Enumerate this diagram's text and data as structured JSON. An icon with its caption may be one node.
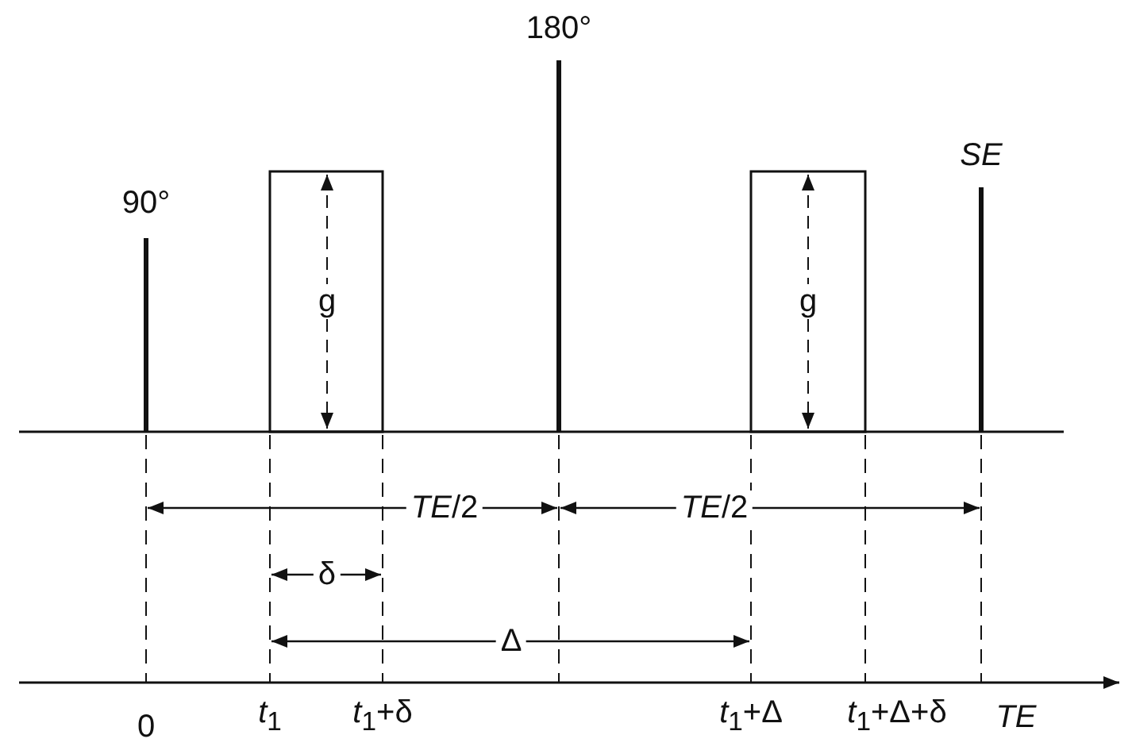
{
  "diagram": {
    "labels": [
      "90°",
      "180°",
      "SE",
      "g",
      "g",
      "*TE*/2",
      "*TE*/2",
      "δ",
      "Δ",
      "0",
      "*t*$_{1}$",
      "*t*$_{1}$+δ",
      "*t*$_{1}$+Δ",
      "*t*$_{1}$+Δ+δ",
      "TE"
    ]
  }
}
